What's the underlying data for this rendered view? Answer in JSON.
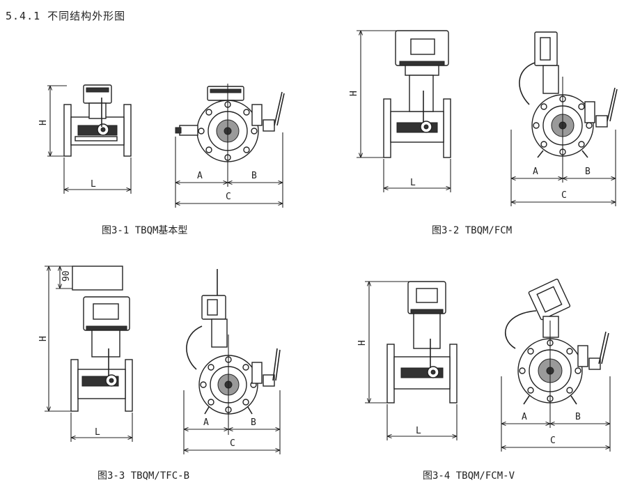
{
  "section_title": "5.4.1 不同结构外形图",
  "figures": [
    {
      "caption": "图3-1 TBQM基本型",
      "dims": {
        "H": "H",
        "L": "L",
        "A": "A",
        "B": "B",
        "C": "C"
      }
    },
    {
      "caption": "图3-2 TBQM/FCM",
      "dims": {
        "H": "H",
        "L": "L",
        "A": "A",
        "B": "B",
        "C": "C"
      }
    },
    {
      "caption": "图3-3 TBQM/TFC-B",
      "dims": {
        "H": "H",
        "L": "L",
        "A": "A",
        "B": "B",
        "C": "C",
        "extra": "90"
      }
    },
    {
      "caption": "图3-4 TBQM/FCM-V",
      "dims": {
        "H": "H",
        "L": "L",
        "A": "A",
        "B": "B",
        "C": "C"
      }
    }
  ]
}
